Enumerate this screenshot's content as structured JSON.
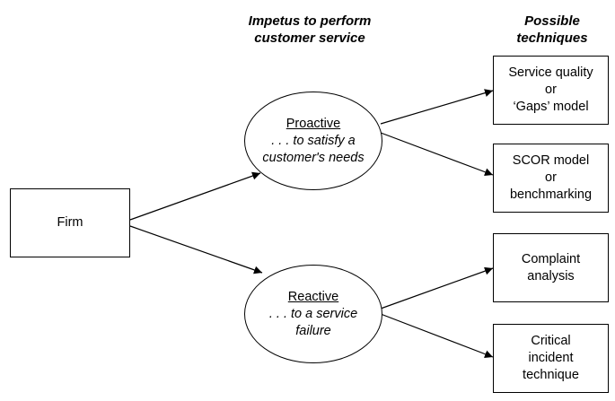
{
  "headers": {
    "impetus": [
      "Impetus to perform",
      "customer service"
    ],
    "techniques": [
      "Possible",
      "techniques"
    ]
  },
  "firm": {
    "label": "Firm"
  },
  "proactive": {
    "title": "Proactive",
    "lines": [
      ". . . to satisfy a",
      "customer's needs"
    ]
  },
  "reactive": {
    "title": "Reactive",
    "lines": [
      ". . . to a service",
      "failure"
    ]
  },
  "techniques": [
    [
      "Service quality",
      "or",
      "‘Gaps’ model"
    ],
    [
      "SCOR model",
      "or",
      "benchmarking"
    ],
    [
      "Complaint",
      "analysis"
    ],
    [
      "Critical",
      "incident",
      "technique"
    ]
  ]
}
